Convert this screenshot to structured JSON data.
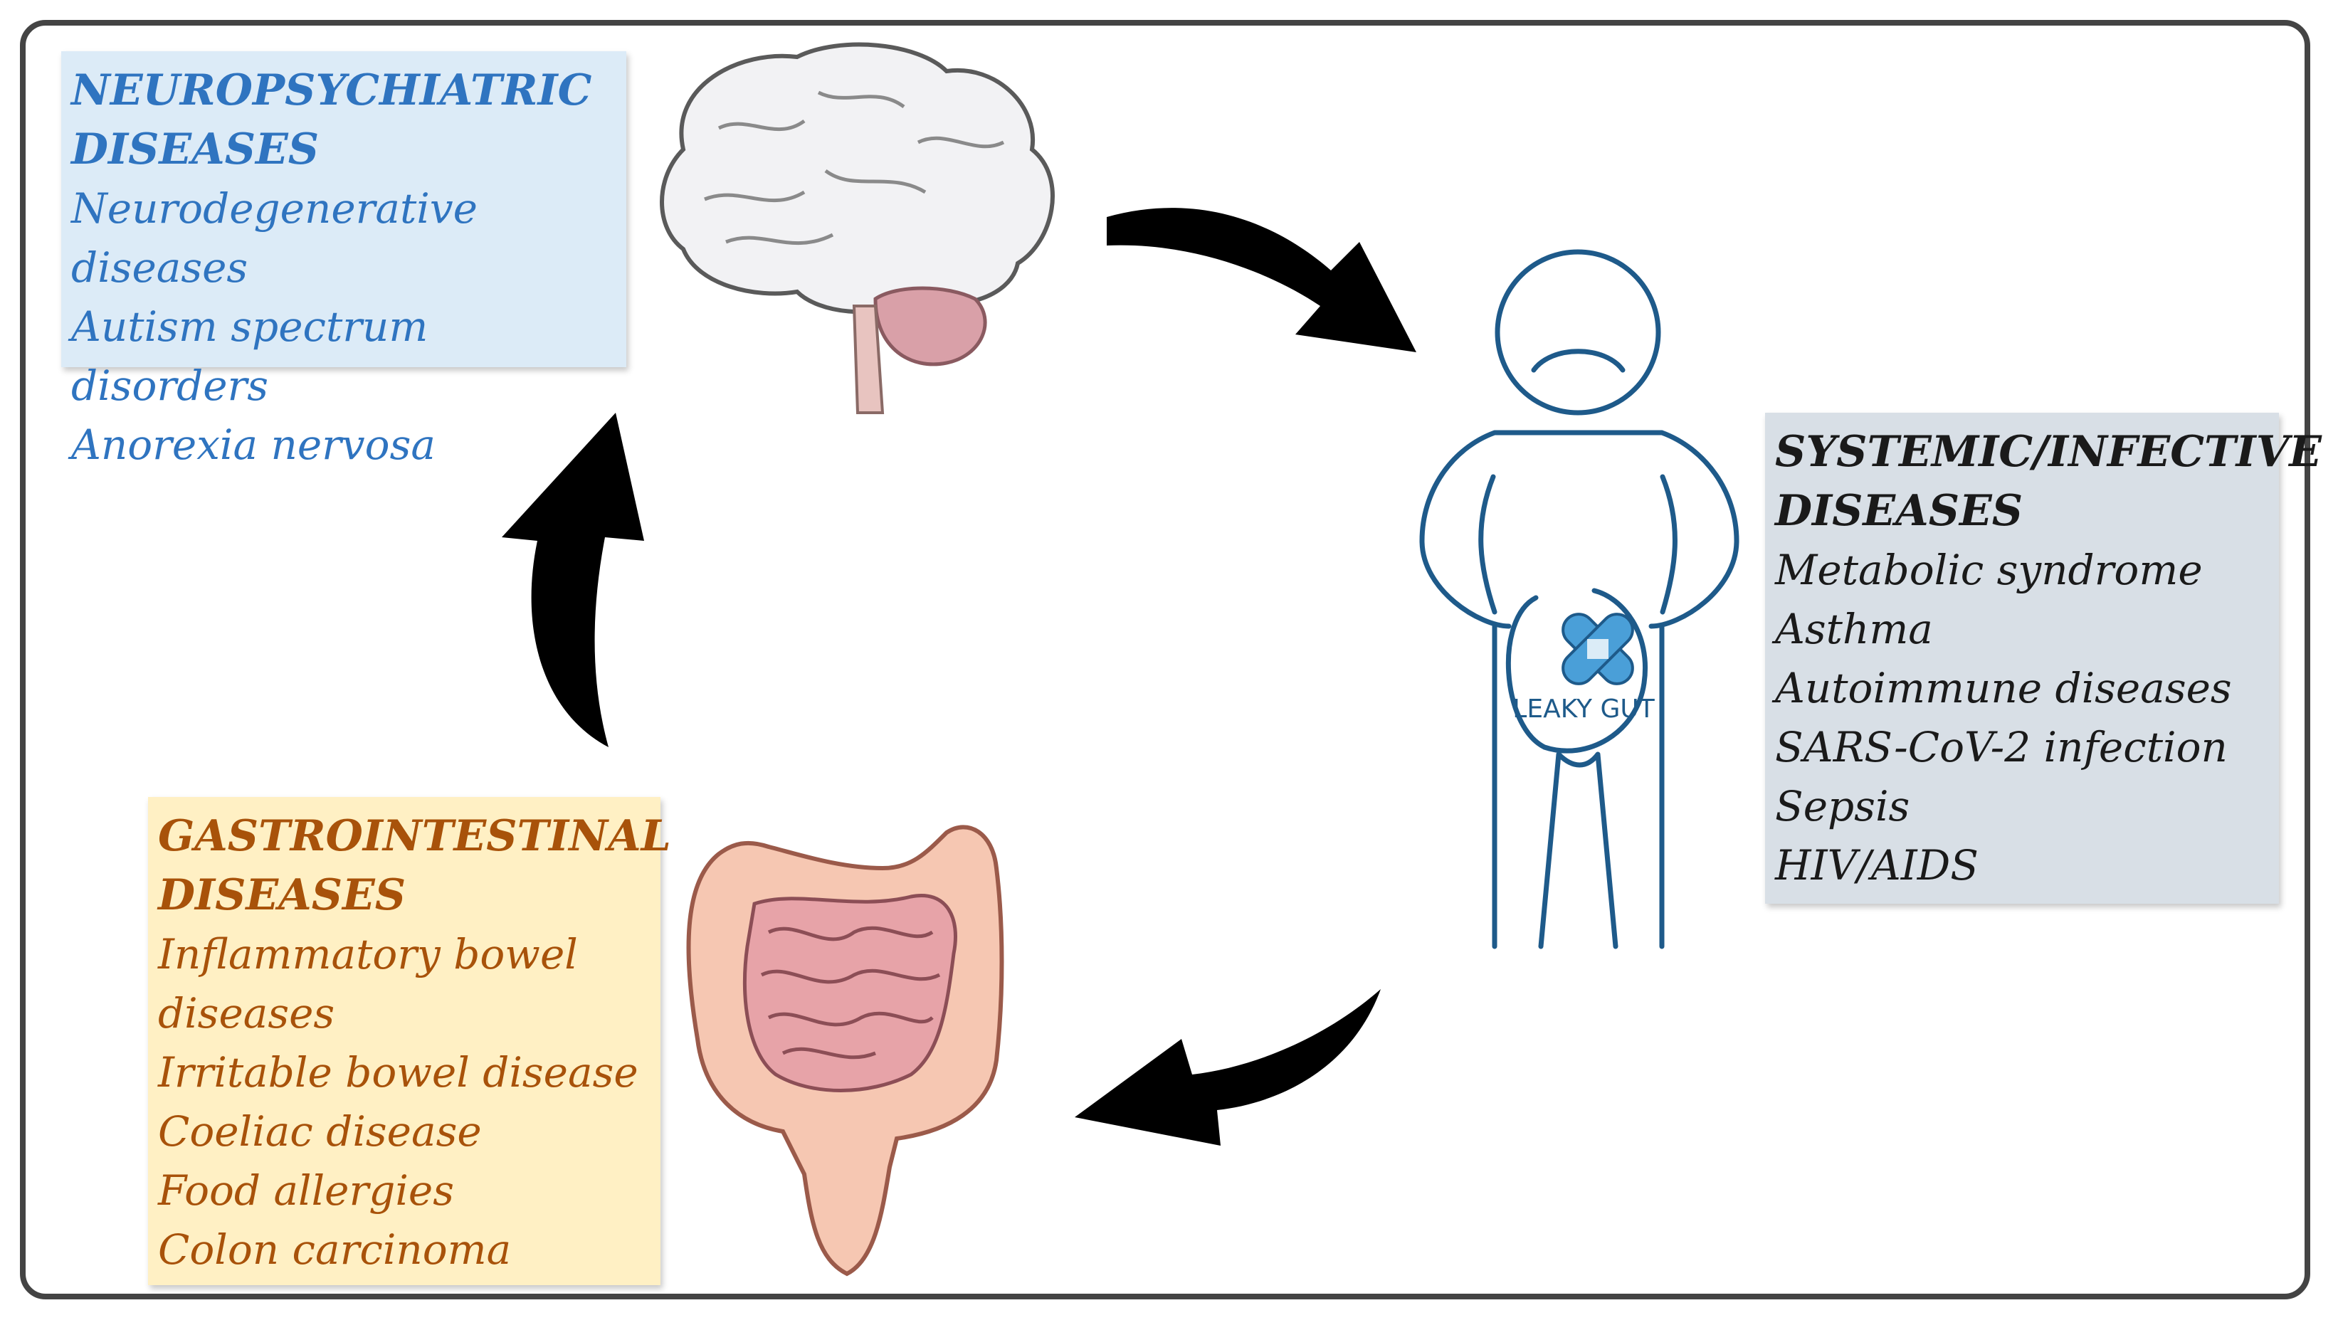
{
  "neuro": {
    "title_line1": "NEUROPSYCHIATRIC",
    "title_line2": "DISEASES",
    "items": [
      "Neurodegenerative diseases",
      "Autism spectrum disorders",
      "Anorexia nervosa"
    ]
  },
  "systemic": {
    "title_line1": "SYSTEMIC/INFECTIVE",
    "title_line2": "DISEASES",
    "items": [
      "Metabolic syndrome",
      "Asthma",
      "Autoimmune diseases",
      "SARS-CoV-2 infection",
      "Sepsis",
      "HIV/AIDS"
    ]
  },
  "gi": {
    "title_line1": "GASTROINTESTINAL",
    "title_line2": "DISEASES",
    "items": [
      "Inflammatory bowel",
      "diseases",
      "Irritable bowel disease",
      "Coeliac disease",
      "Food allergies",
      "Colon carcinoma"
    ]
  },
  "person": {
    "label": "LEAKY GUT"
  },
  "colors": {
    "neuro_text": "#2f74c0",
    "neuro_bg": "#dcebf7",
    "systemic_text": "#1a1a1a",
    "systemic_bg": "#d8dfe6",
    "gi_text": "#a8520a",
    "gi_bg": "#fff0c4",
    "person_stroke": "#1e5a8a",
    "arrow": "#000000"
  },
  "icons": {
    "brain": "brain-icon",
    "intestine": "intestine-icon",
    "bandage": "bandage-icon"
  }
}
